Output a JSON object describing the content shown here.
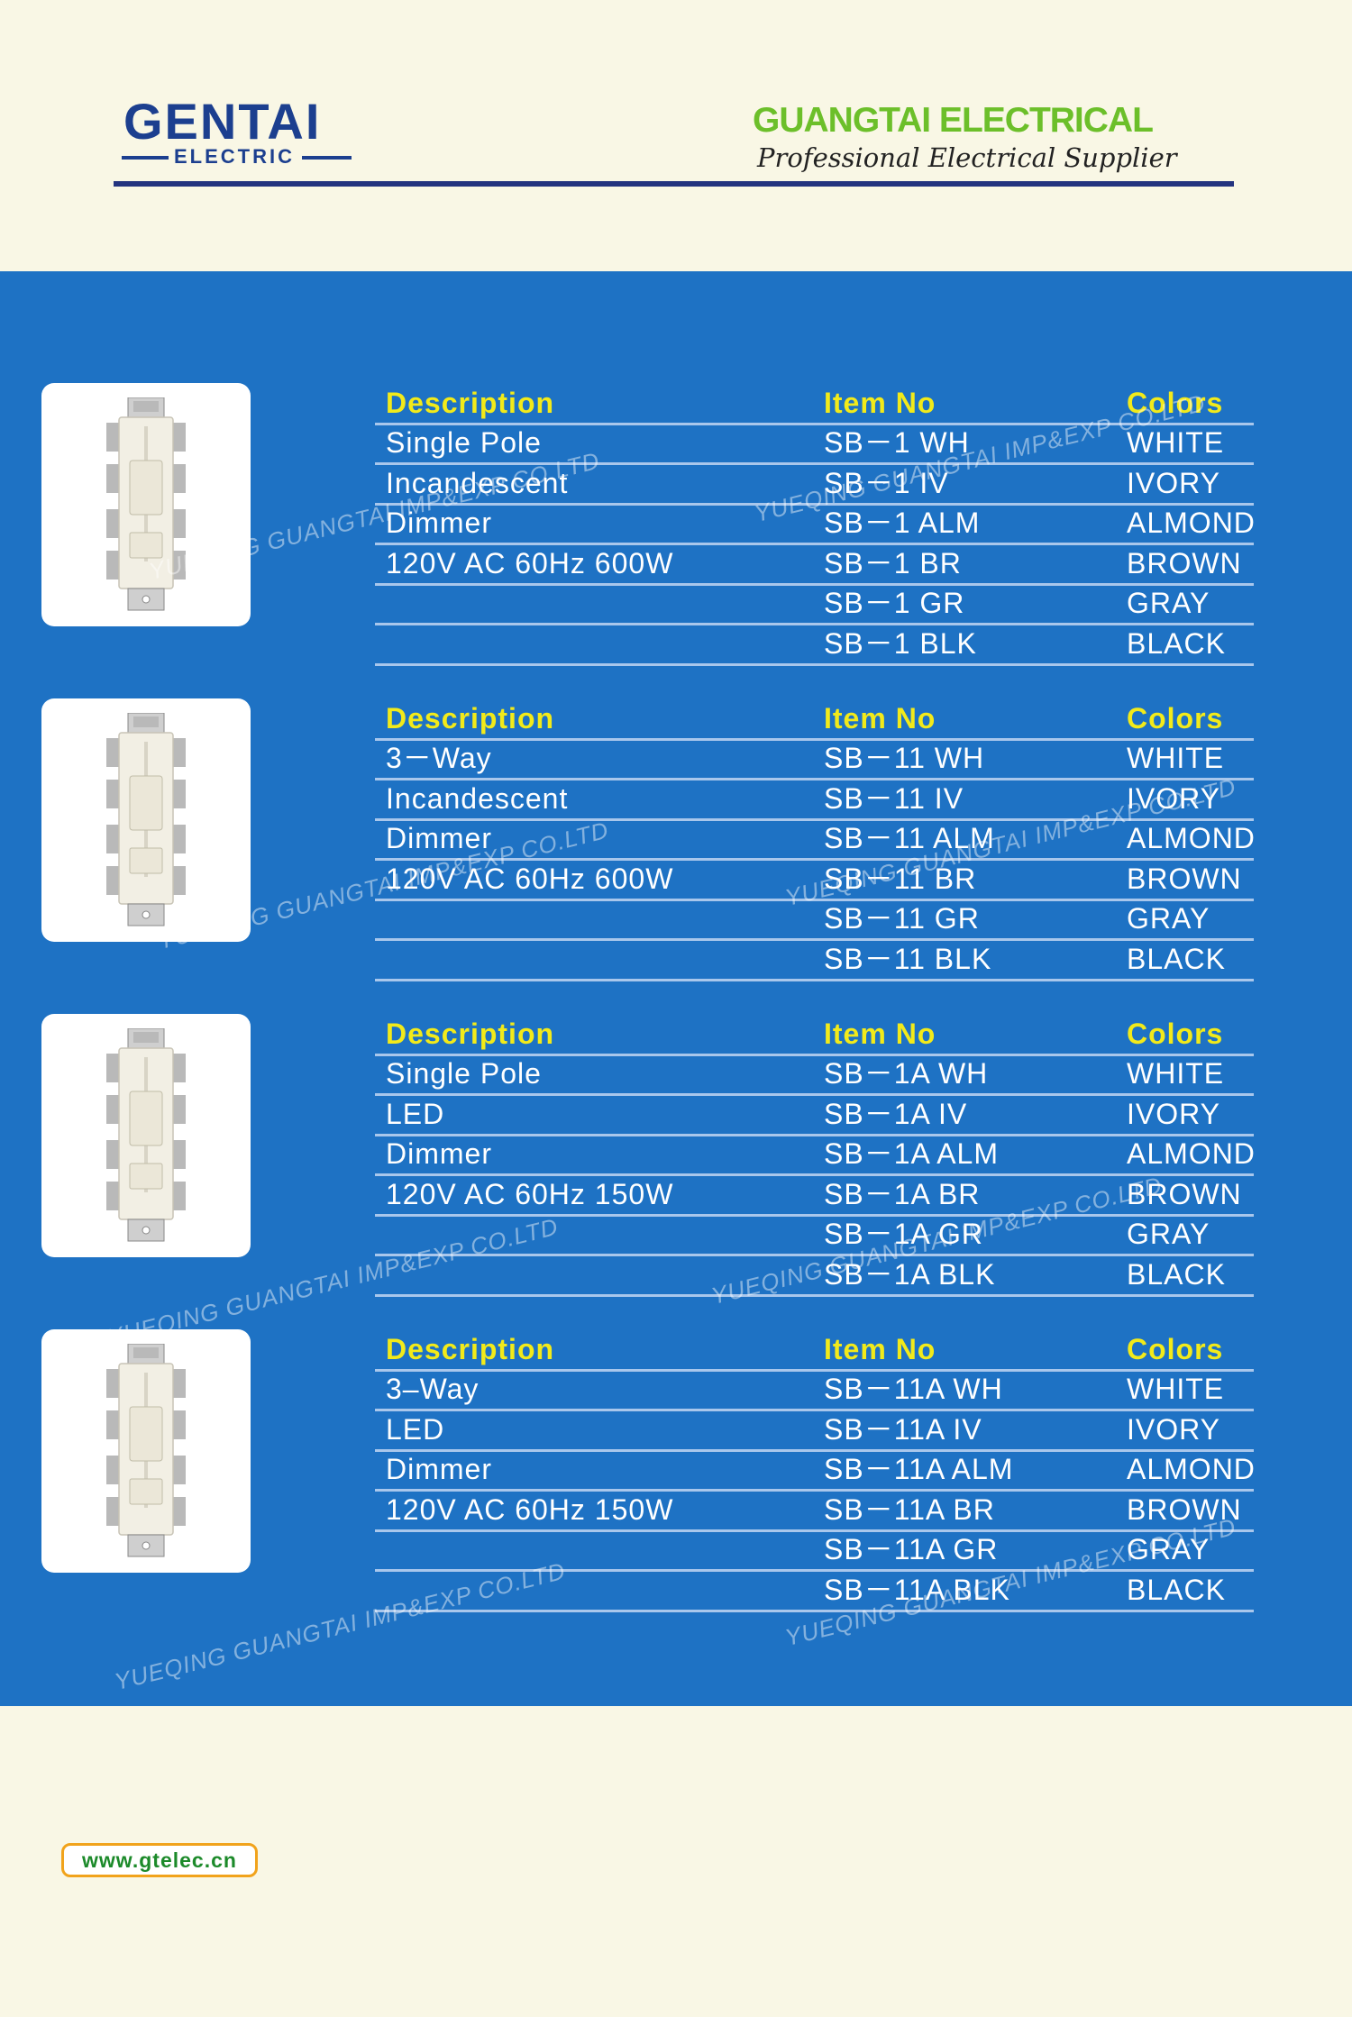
{
  "brand": {
    "logo_main": "GENTAI",
    "logo_sub": "ELECTRIC",
    "company_name": "GUANGTAI ELECTRICAL",
    "tagline": "Professional Electrical Supplier"
  },
  "colors": {
    "panel": "#1e72c4",
    "header_text": "#f2ea1a",
    "body_text": "#ffffff",
    "company_green": "#6cbf2a",
    "logo_blue": "#1c3f8f",
    "page_bg": "#f9f7e5"
  },
  "products": [
    {
      "headers": {
        "description": "Description",
        "item_no": "Item No",
        "colors": "Colors"
      },
      "description": [
        "Single Pole",
        "Incandescent",
        "Dimmer",
        "120V AC 60Hz 600W",
        "",
        ""
      ],
      "items": [
        "SB－1  WH",
        "SB－1  IV",
        "SB－1  ALM",
        "SB－1  BR",
        "SB－1  GR",
        "SB－1  BLK"
      ],
      "colors": [
        "WHITE",
        "IVORY",
        "ALMOND",
        "BROWN",
        "GRAY",
        "BLACK"
      ]
    },
    {
      "headers": {
        "description": "Description",
        "item_no": "Item No",
        "colors": "Colors"
      },
      "description": [
        "3－Way",
        "Incandescent",
        "Dimmer",
        "120V AC 60Hz 600W",
        "",
        ""
      ],
      "items": [
        "SB－11  WH",
        "SB－11  IV",
        "SB－11  ALM",
        "SB－11  BR",
        "SB－11  GR",
        "SB－11  BLK"
      ],
      "colors": [
        "WHITE",
        "IVORY",
        "ALMOND",
        "BROWN",
        "GRAY",
        "BLACK"
      ]
    },
    {
      "headers": {
        "description": "Description",
        "item_no": "Item No",
        "colors": "Colors"
      },
      "description": [
        "Single Pole",
        "LED",
        "Dimmer",
        "120V AC 60Hz 150W",
        "",
        ""
      ],
      "items": [
        "SB－1A  WH",
        "SB－1A  IV",
        "SB－1A  ALM",
        "SB－1A  BR",
        "SB－1A  GR",
        "SB－1A  BLK"
      ],
      "colors": [
        "WHITE",
        "IVORY",
        "ALMOND",
        "BROWN",
        "GRAY",
        "BLACK"
      ]
    },
    {
      "headers": {
        "description": "Description",
        "item_no": "Item No",
        "colors": "Colors"
      },
      "description": [
        "3–Way",
        "LED",
        "Dimmer",
        "120V AC 60Hz 150W",
        "",
        ""
      ],
      "items": [
        "SB－11A  WH",
        "SB－11A  IV",
        "SB－11A  ALM",
        "SB－11A  BR",
        "SB－11A  GR",
        "SB－11A  BLK"
      ],
      "colors": [
        "WHITE",
        "IVORY",
        "ALMOND",
        "BROWN",
        "GRAY",
        "BLACK"
      ]
    }
  ],
  "watermark": "YUEQING GUANGTAI IMP&EXP CO.LTD",
  "website": "www.gtelec.cn"
}
